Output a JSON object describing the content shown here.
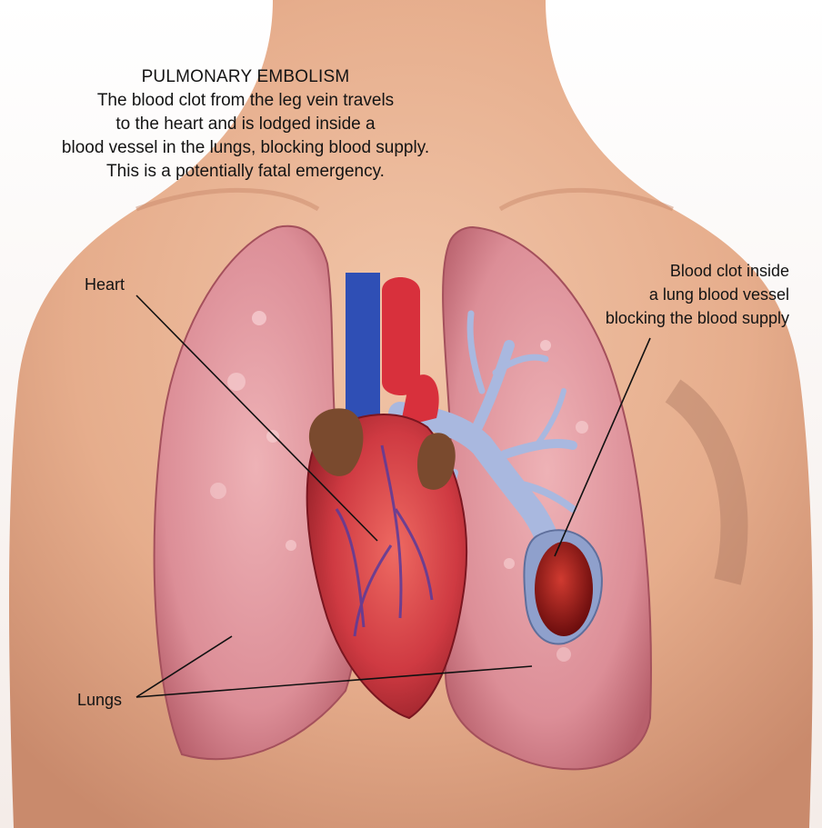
{
  "title": "PULMONARY EMBOLISM",
  "caption": [
    "The blood clot from the leg vein travels",
    "to the heart and is lodged inside a",
    "blood vessel in the lungs, blocking blood supply.",
    "This is a potentially fatal emergency."
  ],
  "labels": {
    "heart": "Heart",
    "blood_clot": [
      "Blood clot inside",
      "a lung blood vessel",
      "blocking the blood supply"
    ],
    "lungs": "Lungs"
  },
  "colors": {
    "skin": "#e9b596",
    "lung": "#e29aa2",
    "heart": "#cf3a42",
    "vein": "#2f4fb5",
    "artery": "#d8303c",
    "pulmonary_vessel": "#a9b8df",
    "clot": "#8e1616"
  }
}
